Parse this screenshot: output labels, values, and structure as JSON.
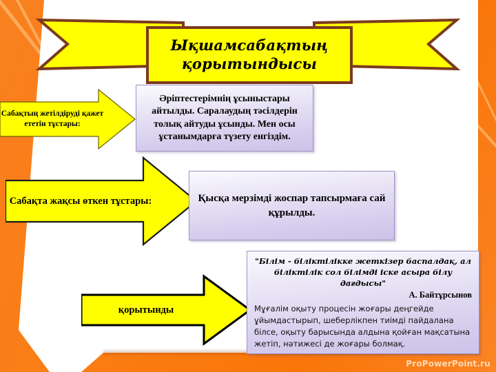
{
  "slide": {
    "title_line1": "Ықшамсабақтың",
    "title_line2": "қорытындысы",
    "watermark": "ProPowerPoint.ru"
  },
  "colors": {
    "background_orange": "#f97b12",
    "arrow_yellow": "#ffff00",
    "ribbon_outline": "#7b3a1e",
    "box_purple_light": "#fbfaff",
    "box_purple_dark": "#cdc2e8",
    "box_border": "#9f93c4",
    "watermark_text": "#ffd9b5"
  },
  "rows": [
    {
      "arrow_label": "Сабақтың жетілдіруді қажет ететін тұстары:",
      "box_text": "Әріптестерімнің ұсыныстары айтылды. Саралаудың тәсілдерін толық айтуды ұсынды. Мен осы ұстанымдарға түзету енгіздім."
    },
    {
      "arrow_label": "Сабақта жақсы өткен тұстары:",
      "box_text": "Қысқа мерзімді жоспар тапсырмаға сай құрылды."
    },
    {
      "arrow_label": "қорытынды",
      "quote": "\"Білім - біліктілікке жеткізер баспалдақ, ал біліктілік сол білімді іске асыра білу дағдысы\"",
      "author": "А. Байтұрсынов",
      "body": "Мұғалім оқыту процесін жоғары деңгейде ұйымдастырып, шеберлікпен тиімді пайдалана білсе, оқыту барысында алдына қойған мақсатына жетіп, нәтижесі де жоғары болмақ."
    }
  ]
}
